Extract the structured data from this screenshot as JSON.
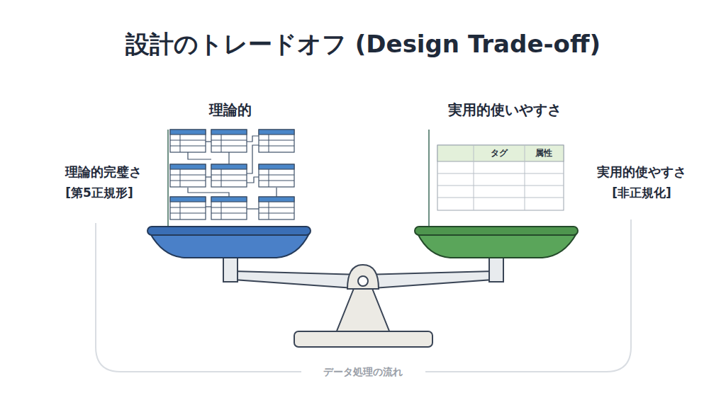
{
  "diagram": {
    "title": "設計のトレードオフ (Design Trade-off)",
    "labels": [
      "理論的",
      "実用的使いやすさ",
      "理論的完璧さ",
      "[第5正規形]",
      "実用的使やすさ",
      "[非正規化]",
      "タグ",
      "属性",
      "データ処理の流れ"
    ]
  }
}
